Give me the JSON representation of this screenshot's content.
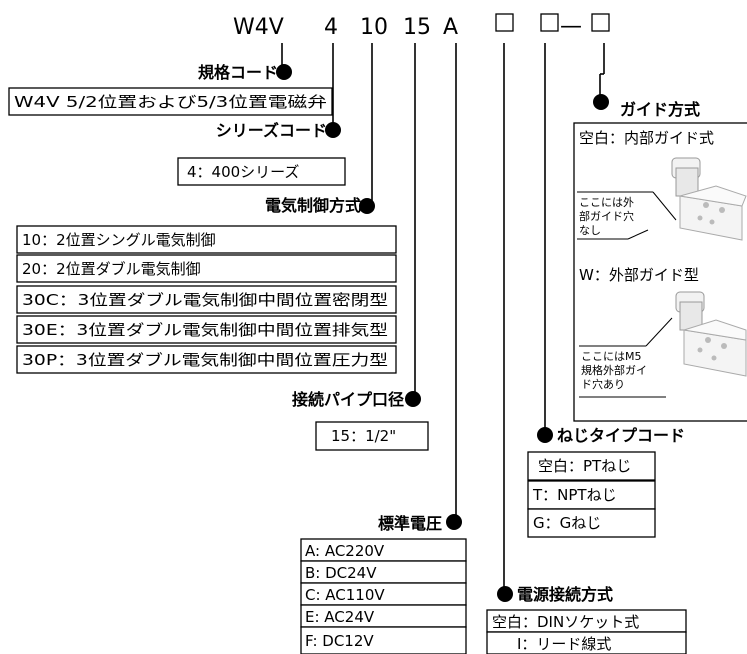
{
  "model_code": {
    "w4v": "W4V",
    "c4": "4",
    "c10": "10",
    "c15": "15",
    "cA": "A",
    "dash": "—"
  },
  "spec_code": {
    "title": "規格コード",
    "value": "W4V 5/2位置および5/3位置電磁弁"
  },
  "series_code": {
    "title": "シリーズコード",
    "value": "4：400シリーズ"
  },
  "control": {
    "title": "電気制御方式",
    "items": [
      "10：2位置シングル電気制御",
      "20：2位置ダブル電気制御",
      "30C：3位置ダブル電気制御中間位置密閉型",
      "30E：3位置ダブル電気制御中間位置排気型",
      "30P：3位置ダブル電気制御中間位置圧力型"
    ]
  },
  "port": {
    "title": "接続パイプ口径",
    "value": "15：1/2\""
  },
  "voltage": {
    "title": "標準電圧",
    "items": [
      "A:  AC220V",
      "B:  DC24V",
      "C:  AC110V",
      "E:  AC24V",
      "F:  DC12V"
    ]
  },
  "power": {
    "title": "電源接続方式",
    "items": [
      "空白：DINソケット式",
      "I：リード線式"
    ]
  },
  "thread": {
    "title": "ねじタイプコード",
    "items": [
      "空白：PTねじ",
      "T：NPTねじ",
      "G：Gねじ"
    ]
  },
  "guide": {
    "title": "ガイド方式",
    "internal": "空白：内部ガイド式",
    "internal_note": [
      "ここには外",
      "部ガイド穴",
      "なし"
    ],
    "external": "W：外部ガイド型",
    "external_note": [
      "ここにはM5",
      "規格外部ガイ",
      "ド穴あり"
    ]
  }
}
